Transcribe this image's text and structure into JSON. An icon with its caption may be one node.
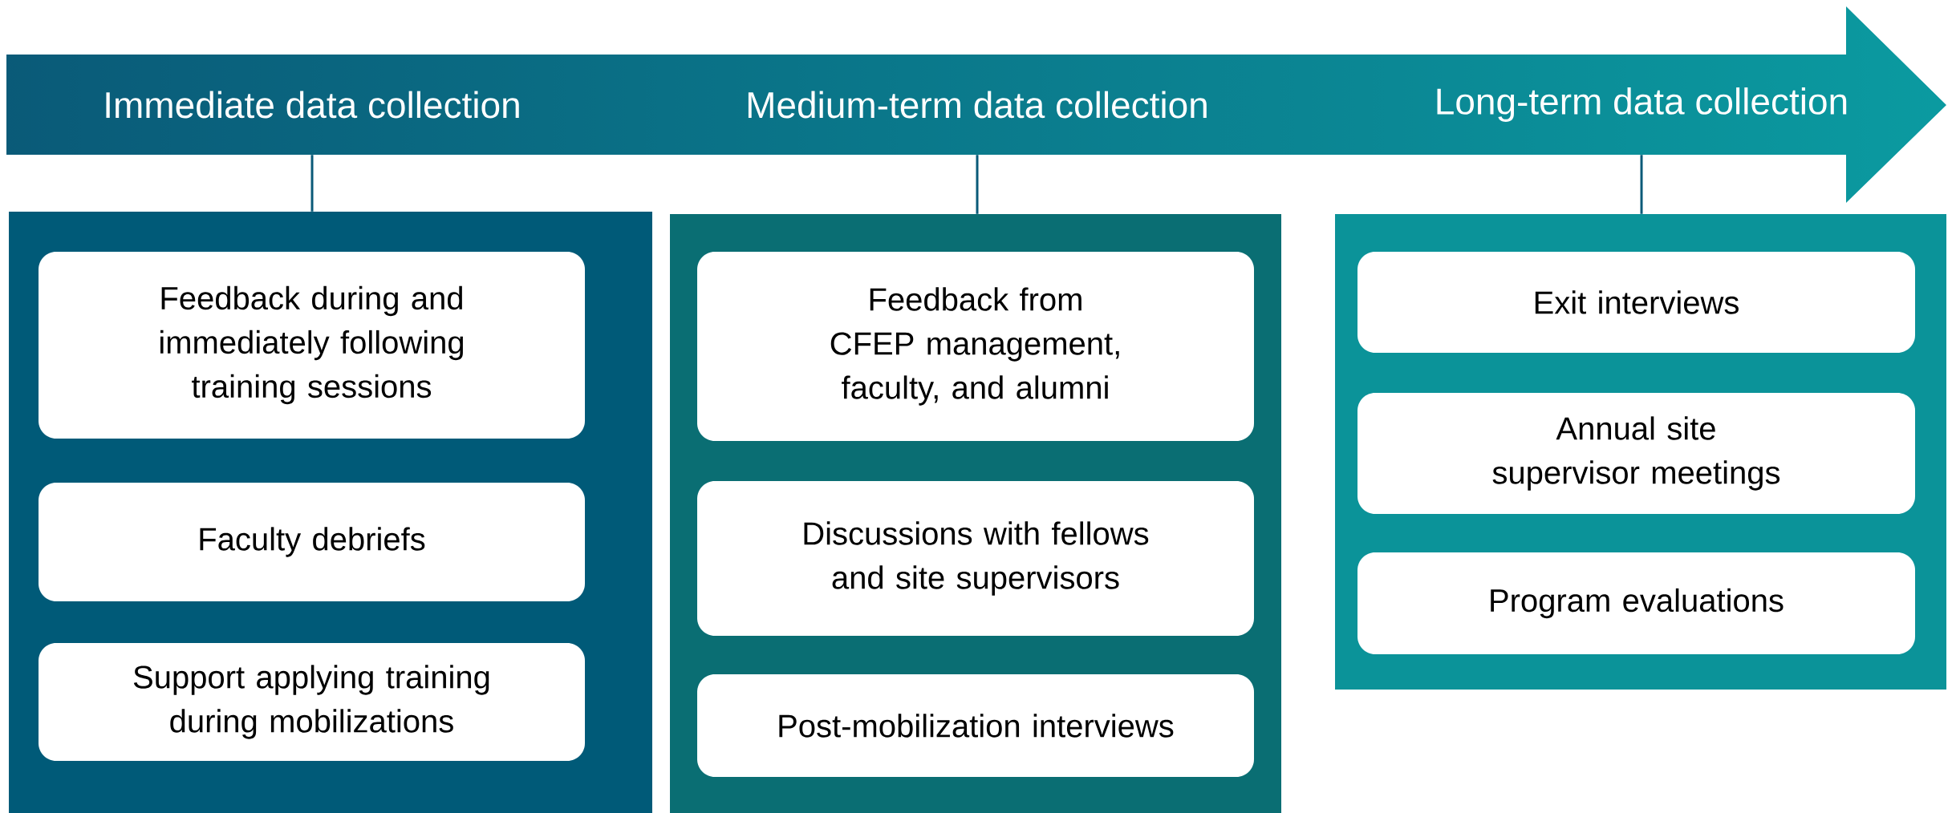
{
  "diagram": {
    "nodes": [
      {
        "text": [
          "Immediate data collection"
        ]
      },
      {
        "text": [],
        "shape": "box"
      },
      {
        "text": [
          "Feedback during and immediately following training sessions"
        ],
        "in": 1
      },
      {
        "text": [
          "Faculty debriefs"
        ],
        "in": 1
      },
      {
        "text": [
          "Support applying training during mobilizations"
        ],
        "in": 1
      },
      {
        "text": [
          "Medium-term data collection"
        ]
      },
      {
        "text": [],
        "shape": "box"
      },
      {
        "text": [
          "Feedback from CFEP management, faculty, and alumni"
        ],
        "in": 6
      },
      {
        "text": [
          "Discussions with fellows and site supervisors"
        ],
        "in": 6
      },
      {
        "text": [
          "Post-mobilization interviews"
        ],
        "in": 6
      },
      {
        "text": [
          "Long-term data collection"
        ]
      },
      {
        "text": [],
        "shape": "box"
      },
      {
        "text": [
          "Exit interviews"
        ],
        "in": 11
      },
      {
        "text": [
          "Annual site supervisor meetings"
        ],
        "in": 11
      },
      {
        "text": [
          "Program evaluations"
        ],
        "in": 11
      }
    ],
    "edges": [
      {
        "from": 0,
        "to": 1,
        "arrow": "none"
      },
      {
        "from": 5,
        "to": 6,
        "arrow": "none"
      },
      {
        "from": 10,
        "to": 11,
        "arrow": "none"
      }
    ]
  }
}
